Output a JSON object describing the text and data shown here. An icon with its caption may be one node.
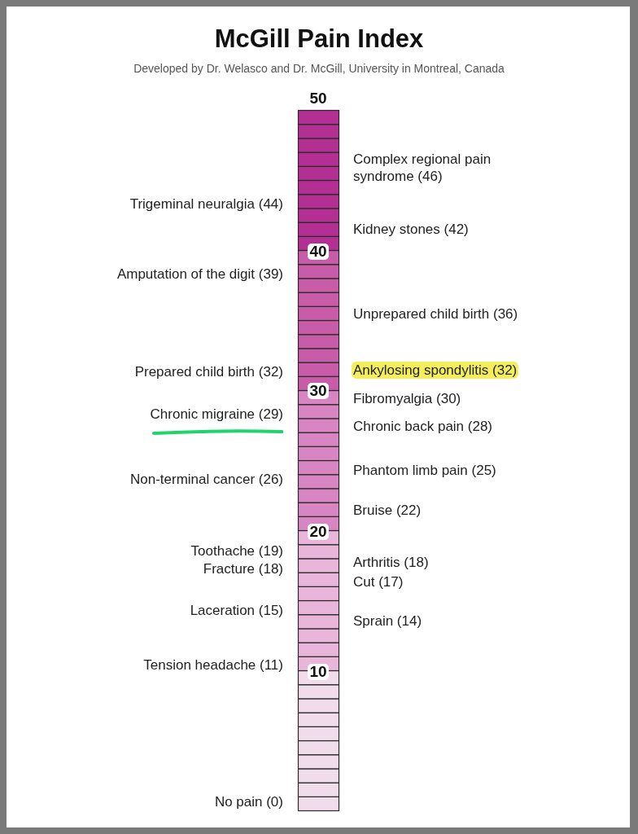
{
  "diagram": {
    "title": "McGill Pain Index",
    "caption": "Developed by Dr. Welasco and Dr. McGill, University in Montreal, Canada",
    "labels": [
      "50",
      "Complex regional pain syndrome (46)",
      "Trigeminal neuralgia (44)",
      "Kidney stones (42)",
      "40",
      "Amputation of the digit (39)",
      "Unprepared child birth (36)",
      "Prepared child birth (32)",
      "Ankylosing spondylitis (32)",
      "30",
      "Fibromyalgia (30)",
      "Chronic migraine (29)",
      "Chronic back pain (28)",
      "Phantom limb pain (25)",
      "Non-terminal cancer (26)",
      "Bruise (22)",
      "20",
      "Toothache (19)",
      "Arthritis (18)",
      "Fracture (18)",
      "Cut (17)",
      "Laceration (15)",
      "Sprain (14)",
      "Tension headache (11)",
      "10",
      "No pain (0)"
    ]
  }
}
